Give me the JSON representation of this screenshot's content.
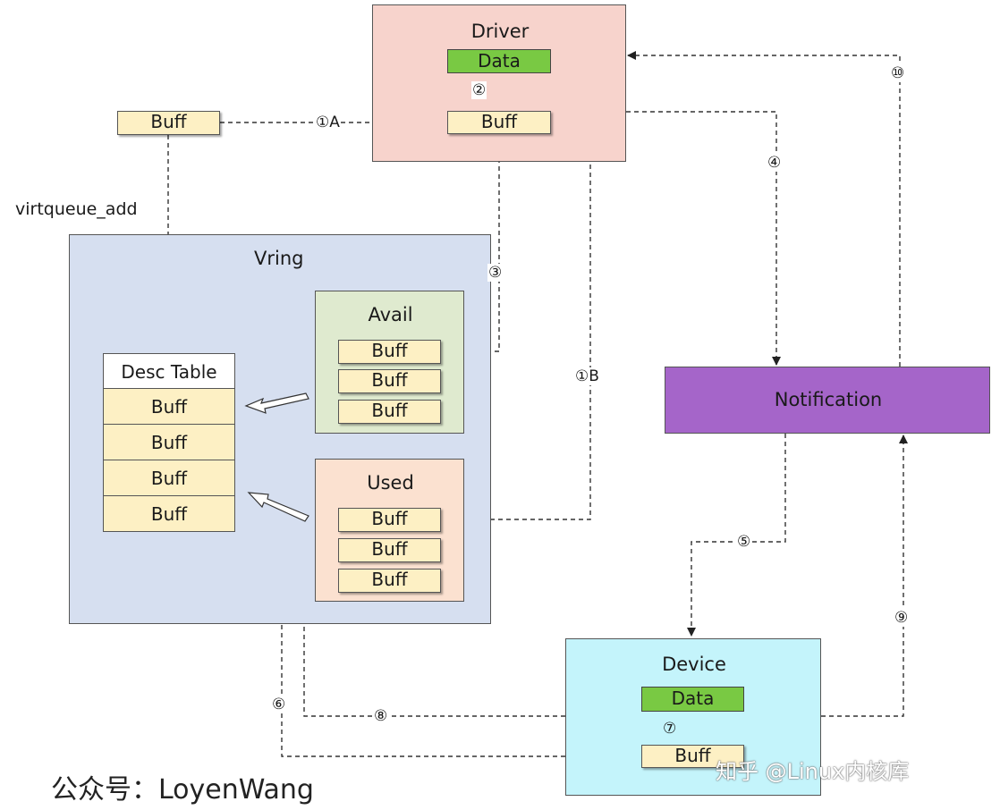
{
  "driver": {
    "title": "Driver",
    "data_label": "Data",
    "buff_label": "Buff"
  },
  "external_buff": {
    "label": "Buff"
  },
  "virtqueue_add_label": "virtqueue_add",
  "vring": {
    "title": "Vring",
    "desc_table": {
      "title": "Desc Table",
      "rows": [
        "Buff",
        "Buff",
        "Buff",
        "Buff"
      ]
    },
    "avail": {
      "title": "Avail",
      "buffs": [
        "Buff",
        "Buff",
        "Buff"
      ]
    },
    "used": {
      "title": "Used",
      "buffs": [
        "Buff",
        "Buff",
        "Buff"
      ]
    }
  },
  "notification": {
    "label": "Notification"
  },
  "device": {
    "title": "Device",
    "data_label": "Data",
    "buff_label": "Buff"
  },
  "steps": {
    "s1a": "①A",
    "s1b": "①B",
    "s2": "②",
    "s3": "③",
    "s4": "④",
    "s5": "⑤",
    "s6": "⑥",
    "s7": "⑦",
    "s8": "⑧",
    "s9": "⑨",
    "s10": "⑩"
  },
  "watermarks": {
    "left": "公众号：LoyenWang",
    "right": "知乎 @Linux内核库"
  },
  "colors": {
    "driver_bg": "#f7d3cc",
    "vring_bg": "#d6dff0",
    "avail_bg": "#dfeacf",
    "used_bg": "#fbe1d0",
    "notification_bg": "#a565c9",
    "device_bg": "#c4f4fb",
    "data_green": "#79c943",
    "buff_yellow": "#fdf0c4"
  }
}
